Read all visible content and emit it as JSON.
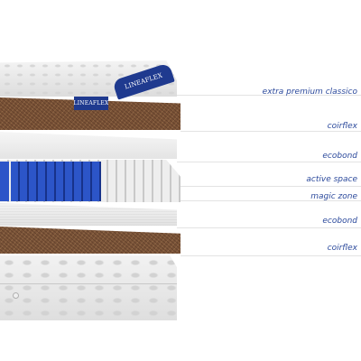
{
  "brand": {
    "tag_text": "LINEAFLEX"
  },
  "layers": [
    {
      "label": "extra premium classico"
    },
    {
      "label": "coirflex"
    },
    {
      "label": "ecobond"
    },
    {
      "label": "active space"
    },
    {
      "label": "magic zone"
    },
    {
      "label": "ecobond"
    },
    {
      "label": "coirflex"
    }
  ],
  "colors": {
    "label_text": "#2c4a9c",
    "brand_tag": "#1f3a8f",
    "coir": "#7a5237",
    "spring_blue": "#2c55c8"
  }
}
